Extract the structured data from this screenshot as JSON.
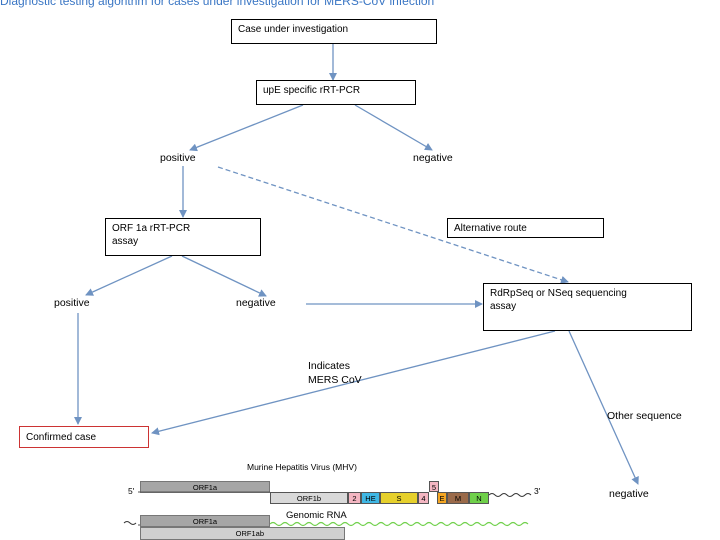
{
  "header": {
    "cut_text": "Diagnostic testing algorithm for cases under investigation for MERS-CoV infection"
  },
  "flowchart": {
    "case": "Case under investigation",
    "upe": "upE specific rRT-PCR",
    "positive1": "positive",
    "negative1": "negative",
    "orf_line1": "ORF 1a rRT-PCR",
    "orf_line2": "assay",
    "alt": "Alternative route",
    "positive2": "positive",
    "negative2": "negative",
    "seq_line1": "RdRpSeq or NSeq sequencing",
    "seq_line2": "assay",
    "ind_line1": "Indicates",
    "ind_line2": "MERS CoV",
    "confirmed": "Confirmed case",
    "other": "Other sequence",
    "negative3": "negative"
  },
  "genome": {
    "title": "Murine Hepatitis Virus (MHV)",
    "five_prime": "5'",
    "three_prime": "3'",
    "orf1a": "ORF1a",
    "orf1b": "ORF1b",
    "seg_2": "2",
    "seg_he": "HE",
    "seg_s": "S",
    "seg_4": "4",
    "seg_5": "5",
    "seg_e": "E",
    "seg_m": "M",
    "seg_n": "N",
    "genomic_rna": "Genomic RNA",
    "orf1a_b": "ORF1a",
    "orf1ab": "ORF1ab"
  },
  "colors": {
    "arrow": "#6f93c2",
    "confirmed_border": "#cc3333",
    "heading_blue": "#3a76c4"
  }
}
